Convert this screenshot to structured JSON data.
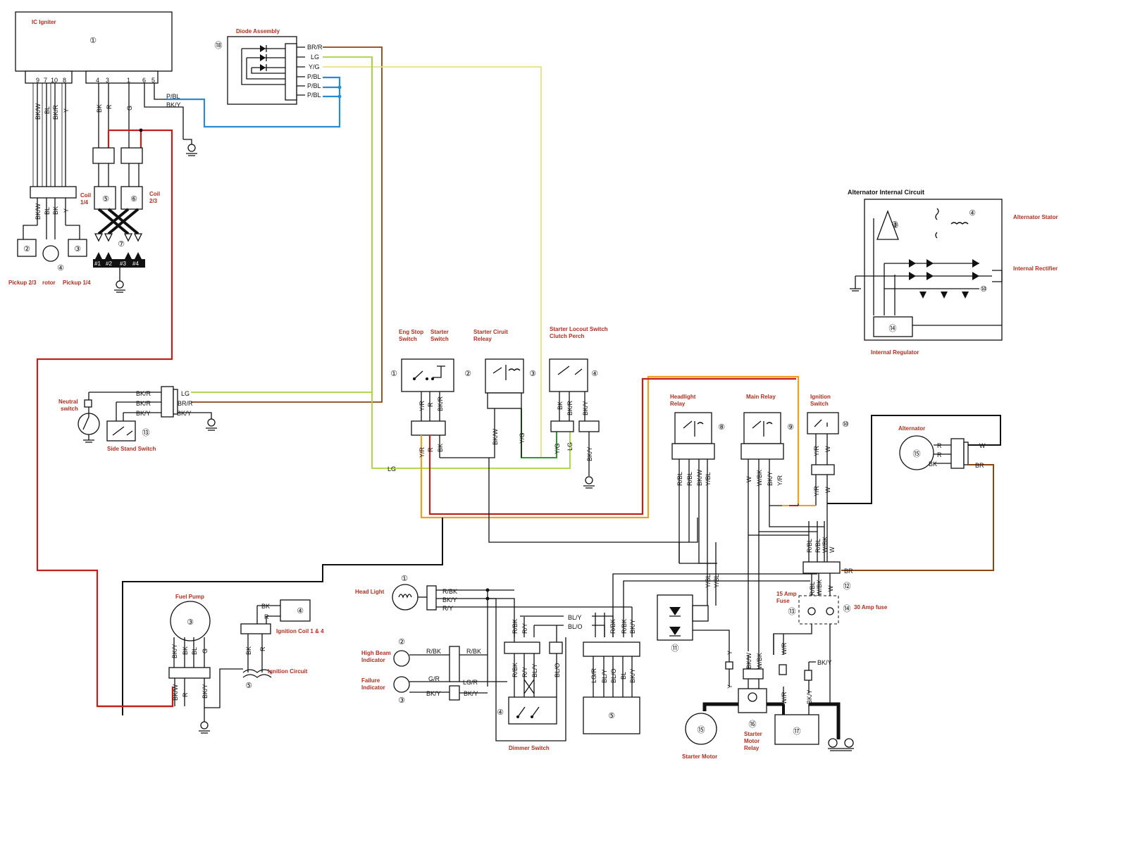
{
  "labels": {
    "ic_igniter": "IC Igniter",
    "diode_assembly": "Diode Assembly",
    "pickup_23": "Pickup 2/3",
    "rotor": "rotor",
    "pickup_14": "Pickup 1/4",
    "coil_14": "Coil 1/4",
    "coil_23": "Coil 2/3",
    "alt_internal_circuit": "Alternator Internal Circuit",
    "alt_stator": "Alternator Stator",
    "internal_rectifier": "Internal Rectifier",
    "internal_regulator": "Internal Regulator",
    "eng_stop_switch": "Eng Stop Switch",
    "starter_switch": "Starter Switch",
    "starter_circuit_relay": "Starter Ciruit Releay",
    "starter_lockout": "Starter Locout Switch Clutch Perch",
    "neutral_switch": "Neutral switch",
    "side_stand_switch": "Side Stand Switch",
    "headlight_relay": "Headlight Relay",
    "main_relay": "Main Relay",
    "ignition_switch": "Ignition Switch",
    "alternator": "Alternator",
    "fuel_pump": "Fuel Pump",
    "ignition_coil_14": "Ignition Coil 1 & 4",
    "ignition_circuit": "Ignition Circuit",
    "head_light": "Head Light",
    "high_beam_indicator": "High Beam Indicator",
    "failure_indicator": "Failure Indicator",
    "dimmer_switch": "Dimmer Switch",
    "fuse_15": "15 Amp Fuse",
    "fuse_30": "30 Amp fuse",
    "starter_motor_relay": "Starter Motor Relay",
    "starter_motor": "Starter Motor"
  },
  "wires": {
    "br_r": "BR/R",
    "lg": "LG",
    "y_g": "Y/G",
    "p_bl": "P/BL",
    "bk_w": "BK/W",
    "bl": "BL",
    "bk_r": "BK/R",
    "y": "Y",
    "bk": "BK",
    "r": "R",
    "g": "G",
    "bk_y": "BK/Y",
    "y_r": "Y/R",
    "r_bl": "R/BL",
    "w": "W",
    "w_bk": "W/BK",
    "br": "BR",
    "r_bk": "R/BK",
    "r_y": "R/Y",
    "bl_y": "BL/Y",
    "bl_o": "BL/O",
    "g_r": "G/R",
    "lg_r": "LG/R",
    "w_r": "W/R",
    "y_bl": "Y/BL"
  },
  "pins": {
    "p9": "9",
    "p7": "7",
    "p10": "10",
    "p8": "8",
    "p4": "4",
    "p3": "3",
    "p1": "1",
    "p6": "6",
    "p5": "5"
  },
  "spark_plugs": {
    "s1": "#1",
    "s2": "#2",
    "s3": "#3",
    "s4": "#4"
  },
  "numbers": {
    "n1": "①",
    "n2": "②",
    "n3": "③",
    "n4": "④",
    "n5": "⑤",
    "n6": "⑥",
    "n7": "⑦",
    "n8": "⑧",
    "n9": "⑨",
    "n10": "⑩",
    "n11": "⑪",
    "n12": "⑫",
    "n13": "⑬",
    "n14": "⑭",
    "n15": "⑮",
    "n16": "⑯",
    "n17": "⑰",
    "n18": "⑱"
  },
  "colors": {
    "brown": "#8b4513",
    "light_green": "#a6d23c",
    "yellow_green": "#e6e08a",
    "blue": "#2a8bd0",
    "red": "#c0201a",
    "orange": "#f0a020",
    "black": "#111111"
  }
}
